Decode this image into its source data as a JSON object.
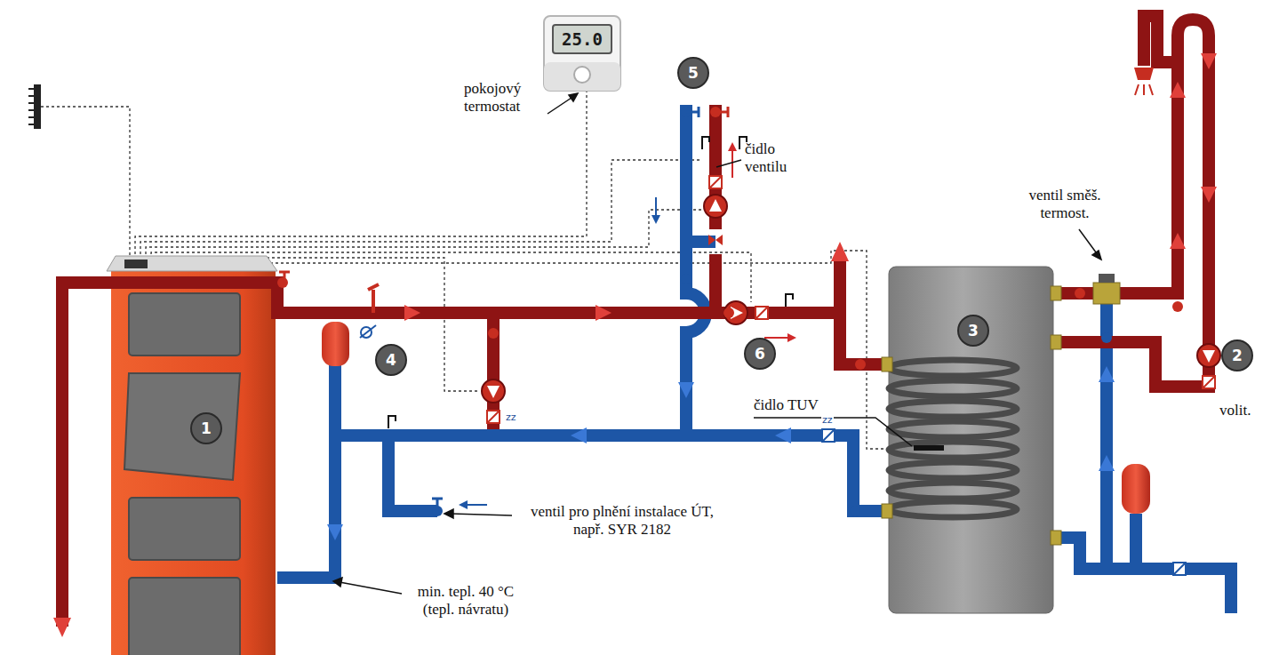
{
  "diagram": {
    "labels": [
      "pokojový termostat",
      "25.0",
      "5",
      "čidlo ventilu",
      "ventil směš. termost.",
      "zz",
      "1",
      "4",
      "6",
      "3",
      "2",
      "volit.",
      "čidlo TUV",
      "zz",
      "ventil pro plnění instalace ÚT, např. SYR 2182",
      "min. tepl. 40 °C (tepl. návratu)"
    ]
  }
}
